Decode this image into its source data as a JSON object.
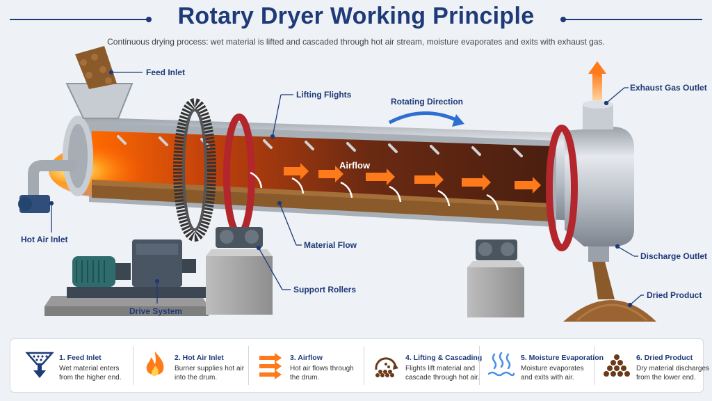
{
  "title": "Rotary Dryer Working Principle",
  "subtitle": "Continuous drying process: wet material is lifted and cascaded through hot air stream, moisture evaporates and exits with exhaust gas.",
  "callouts": {
    "feed_inlet": "Feed Inlet",
    "lifting_flights": "Lifting Flights",
    "rotating_direction": "Rotating Direction",
    "exhaust_gas_outlet": "Exhaust Gas Outlet",
    "airflow": "Airflow",
    "hot_air_inlet": "Hot Air Inlet",
    "material_flow": "Material Flow",
    "discharge_outlet": "Discharge Outlet",
    "support_rollers": "Support Rollers",
    "dried_product": "Dried Product",
    "drive_system": "Drive System"
  },
  "steps": [
    {
      "title": "1. Feed Inlet",
      "desc": "Wet material enters from the higher end.",
      "icon": "funnel-arrow-icon"
    },
    {
      "title": "2. Hot Air Inlet",
      "desc": "Burner supplies hot air into the drum.",
      "icon": "flame-icon"
    },
    {
      "title": "3. Airflow",
      "desc": "Hot air flows through the drum.",
      "icon": "airflow-arrows-icon"
    },
    {
      "title": "4. Lifting & Cascading",
      "desc": "Flights lift material and cascade through hot air.",
      "icon": "cascade-icon"
    },
    {
      "title": "5. Moisture Evaporation",
      "desc": "Moisture evaporates and exits with air.",
      "icon": "steam-icon"
    },
    {
      "title": "6. Dried Product",
      "desc": "Dry material discharges from the lower end.",
      "icon": "granule-pile-icon"
    }
  ],
  "colors": {
    "navy": "#1e3a78",
    "steel": "#b8bec6",
    "flame": "#ff7a1a",
    "material": "#8a5a2b",
    "ring_red": "#b3262b"
  }
}
